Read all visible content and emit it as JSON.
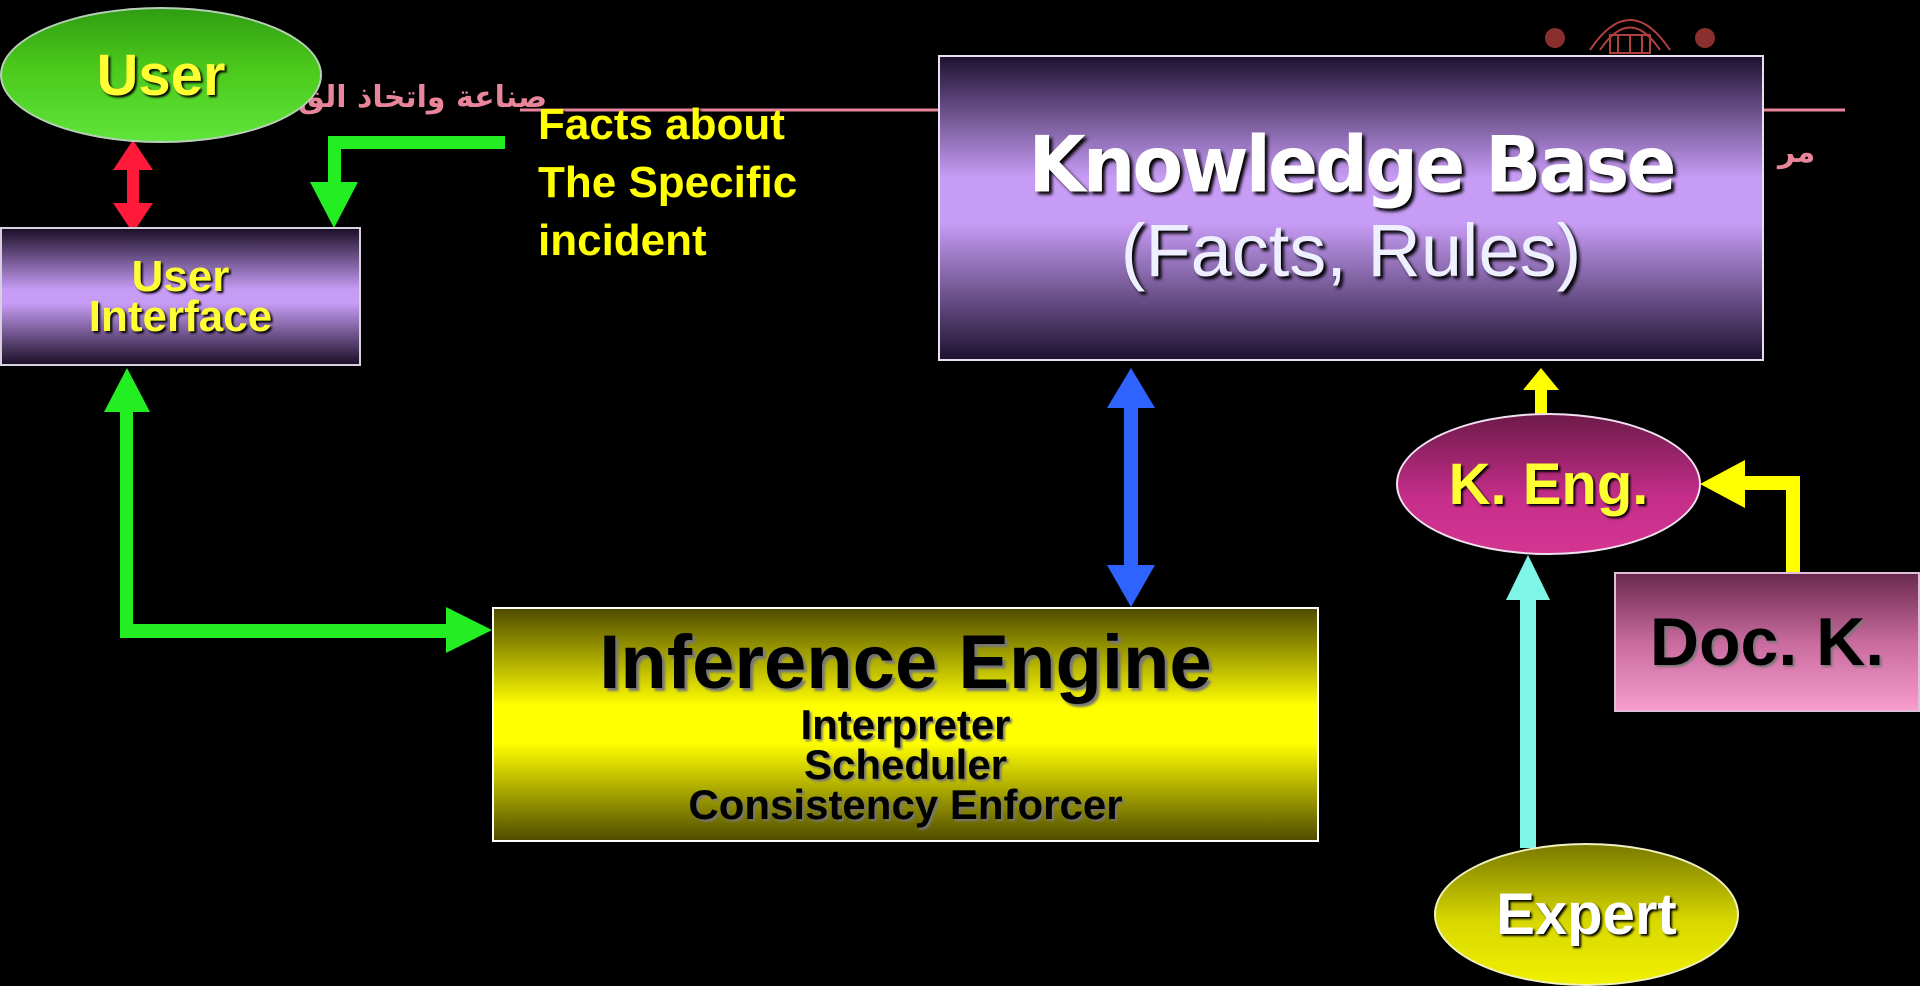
{
  "nodes": {
    "user": "User",
    "user_interface": [
      "User",
      "Interface"
    ],
    "knowledge_base": {
      "title": "Knowledge Base",
      "subtitle": "(Facts, Rules)"
    },
    "inference_engine": {
      "title": "Inference Engine",
      "components": [
        "Interpreter",
        "Scheduler",
        "Consistency Enforcer"
      ]
    },
    "knowledge_engineer": "K. Eng.",
    "documented_knowledge": "Doc. K.",
    "expert": "Expert"
  },
  "facts_label": [
    "Facts about",
    "The Specific",
    "incident"
  ],
  "header_arabic": {
    "left": "صناعة واتخاذ الق",
    "right": "مر"
  },
  "colors": {
    "background": "#000000",
    "label_yellow": "#ffff00",
    "arrow_green": "#22ee22",
    "arrow_red": "#ff1a3a",
    "arrow_blue": "#2f63ff",
    "arrow_yellow": "#ffff00",
    "arrow_cyan": "#7ff5e8",
    "header_pink": "#e8859a"
  }
}
